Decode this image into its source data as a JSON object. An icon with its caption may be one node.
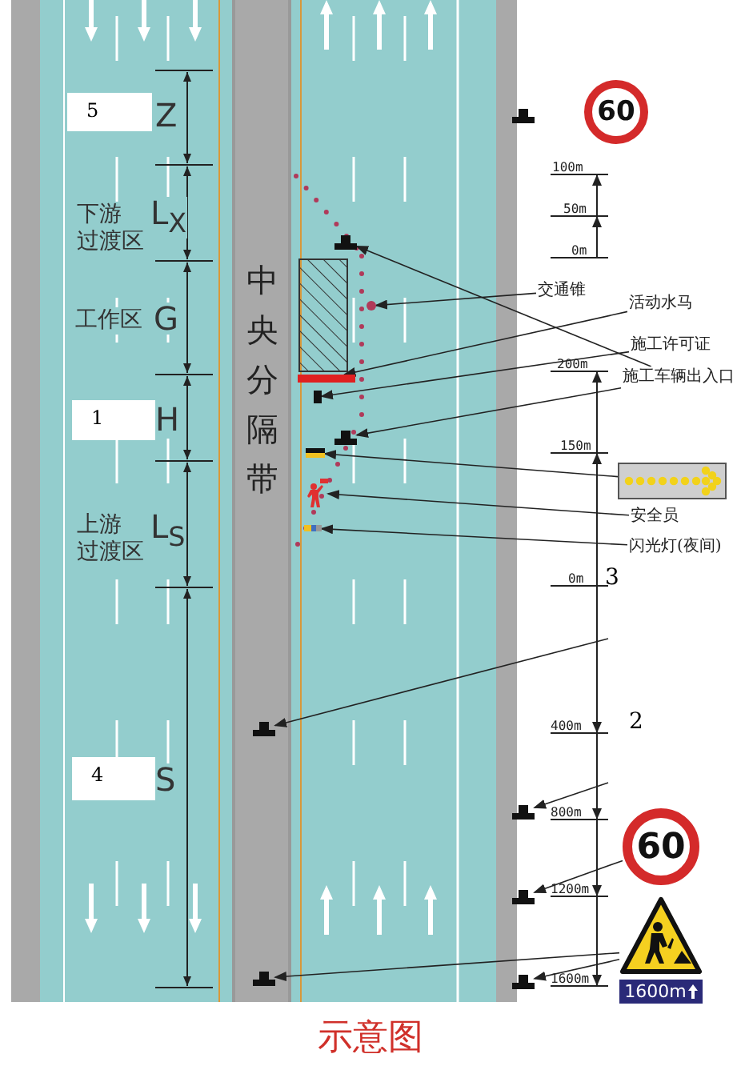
{
  "diagram": {
    "caption": "示意图",
    "nodes": [
      {
        "text": [
          "中央分隔带"
        ]
      },
      {
        "text": [
          "60"
        ]
      },
      {
        "text": [
          "5"
        ]
      },
      {
        "text": [],
        "shape": "box"
      },
      {
        "text": [
          "交通锥"
        ]
      },
      {
        "text": [],
        "shape": "circle"
      },
      {
        "text": [
          "活动水马"
        ]
      },
      {
        "text": [],
        "shape": "bar"
      },
      {
        "text": [
          "施工许可证"
        ]
      },
      {
        "text": [],
        "shape": "box"
      },
      {
        "text": [
          "施工车辆出入口"
        ]
      },
      {
        "text": [
          "1"
        ]
      },
      {
        "text": [],
        "shape": "box"
      },
      {
        "text": [],
        "shape": "box"
      },
      {
        "text": [],
        "shape": "box"
      },
      {
        "text": [
          "安全员"
        ]
      },
      {
        "text": [],
        "shape": "person"
      },
      {
        "text": [
          "闪光灯(夜间)"
        ]
      },
      {
        "text": [],
        "shape": "box"
      },
      {
        "text": [],
        "shape": "box",
        "in": 0
      },
      {
        "text": [
          "4"
        ]
      },
      {
        "text": [],
        "shape": "box"
      },
      {
        "text": [
          "60"
        ]
      },
      {
        "text": [],
        "shape": "box"
      },
      {
        "text": [
          "1600m"
        ]
      },
      {
        "text": [],
        "shape": "box",
        "in": 0
      },
      {
        "text": [],
        "shape": "box"
      },
      {
        "text": [
          "2"
        ]
      }
    ],
    "edges": [
      {
        "from": 4,
        "to": 5,
        "arrow": "to"
      },
      {
        "from": 6,
        "to": 7,
        "arrow": "to"
      },
      {
        "from": 8,
        "to": 9,
        "arrow": "to"
      },
      {
        "from": 10,
        "to": 3,
        "arrow": "to"
      },
      {
        "from": 10,
        "to": 12,
        "arrow": "to"
      },
      {
        "from": 13,
        "to": 14,
        "arrow": "to"
      },
      {
        "from": 15,
        "to": 16,
        "arrow": "to"
      },
      {
        "from": 17,
        "to": 18,
        "arrow": "to"
      },
      {
        "from": 27,
        "to": 19,
        "arrow": "to"
      },
      {
        "from": 27,
        "to": 21,
        "arrow": "to"
      },
      {
        "from": 22,
        "to": 23,
        "arrow": "to"
      },
      {
        "from": 24,
        "to": 26,
        "arrow": "to"
      },
      {
        "from": 24,
        "to": 25,
        "arrow": "to"
      }
    ],
    "labels": [
      "Z",
      "下游过渡区",
      "L$_{X}$",
      "100m",
      "50m",
      "0m",
      "工作区",
      "G",
      "200m",
      "H",
      "150m",
      "上游过渡区",
      "L$_{S}$",
      "0m",
      "3",
      "400m",
      "S",
      "800m",
      "1200m",
      "1600m"
    ]
  }
}
